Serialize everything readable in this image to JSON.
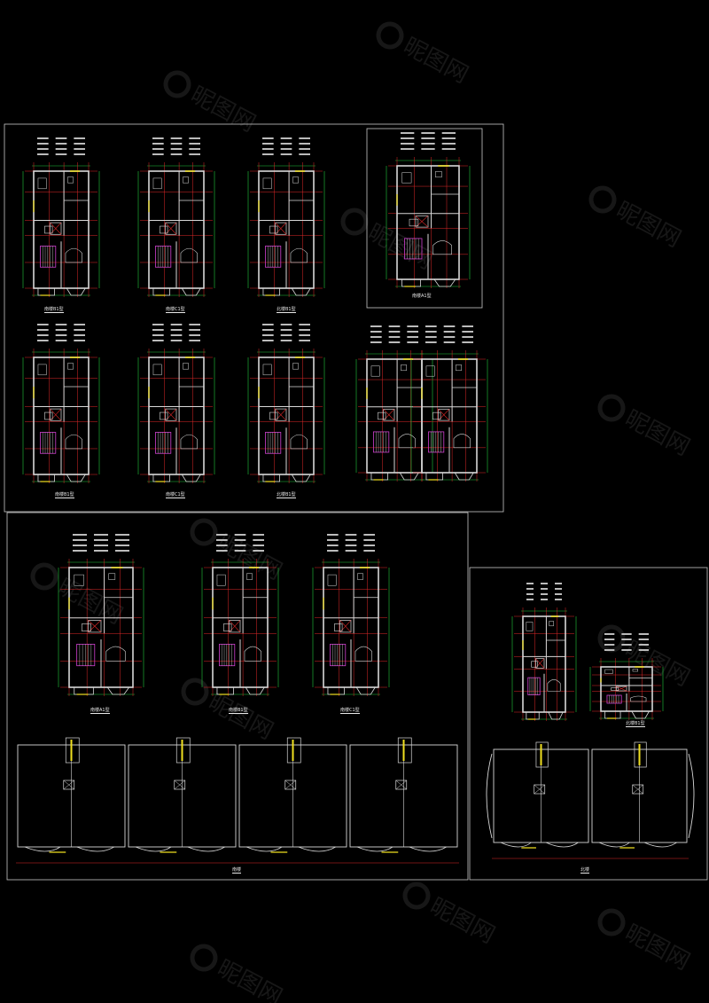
{
  "drawing": {
    "background": "#000000",
    "colors": {
      "wall": "#d8d8d8",
      "frame": "#c8c8c8",
      "grid_red": "#e02828",
      "dim_green": "#22c83c",
      "accent_yellow": "#f0e020",
      "furniture_magenta": "#d040d0",
      "watermark": "#2a2a2a"
    }
  },
  "captions": {
    "p1": "南楼B1型",
    "p2": "南楼C1型",
    "p3": "北楼B1型",
    "p4": "南楼A1型",
    "p5": "南楼B1型",
    "p6": "南楼C1型",
    "p7": "北楼B1型",
    "p9": "南楼A1型",
    "p10": "南楼B1型",
    "p11": "南楼C1型",
    "p12": "",
    "p13": "北楼B1型",
    "south_building": "南楼",
    "north_building": "北楼"
  },
  "watermark": {
    "text": "昵图网",
    "icon": "nipic-logo-icon"
  }
}
